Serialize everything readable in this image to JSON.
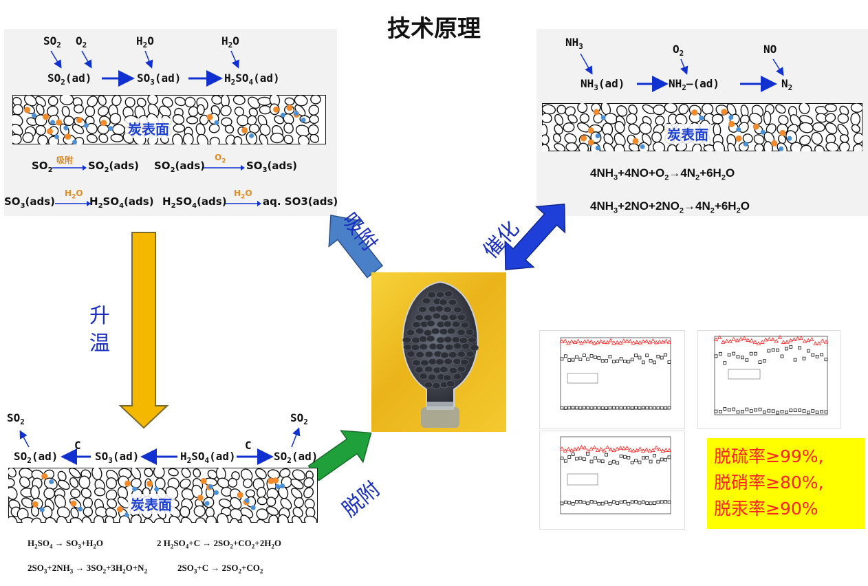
{
  "title": "技术原理",
  "panel_tl": {
    "top_species": [
      "SO2",
      "O2",
      "H2O",
      "H2O"
    ],
    "chain": [
      "SO2(ad)",
      "SO3(ad)",
      "H2SO4(ad)"
    ],
    "carbon_label": "炭表面",
    "reaction1_left": "SO2",
    "reaction1_over": "吸附",
    "reaction1_right": "SO2(ads)",
    "reaction2_left": "SO2(ads)",
    "reaction2_over": "O2",
    "reaction2_right": "SO3(ads)",
    "reaction3_left": "SO3(ads)",
    "reaction3_over": "H2O",
    "reaction3_right": "H2SO4(ads)",
    "reaction4_left": "H2SO4(ads)",
    "reaction4_over": "H2O",
    "reaction4_right": "aq. SO3(ads)"
  },
  "panel_tr": {
    "top_species": [
      "NH3",
      "O2",
      "NO"
    ],
    "chain": [
      "NH3(ad)",
      "NH2-(ad)",
      "N2"
    ],
    "carbon_label": "炭表面",
    "eq1": "4NH3+4NO+O2→4N2+6H2O",
    "eq2": "4NH3+2NO+2NO2→4N2+6H2O"
  },
  "arrows": {
    "adsorb": "吸附",
    "catalysis": "催化",
    "heating": "升温",
    "desorb": "脱附"
  },
  "panel_bl": {
    "top_so2_left": "SO2",
    "top_so2_right": "SO2",
    "chain": [
      "SO2(ad)",
      "SO3(ad)",
      "H2SO4(ad)",
      "SO2(ad)"
    ],
    "c_left": "C",
    "c_right": "C",
    "carbon_label": "炭表面",
    "eq_a": "H2SO4 → SO3+H2O",
    "eq_b": "2 H2SO4+C → 2SO2+CO2+2H2O",
    "eq_c": "2SO3+2NH3 → 3SO2+3H2O+N2",
    "eq_d": "2SO3+C → 2SO2+CO2"
  },
  "results": {
    "lines": [
      "脱硫率≥99%,",
      "脱硝率≥80%,",
      "脱汞率≥90%"
    ]
  },
  "colors": {
    "blue_text": "#1a2fbf",
    "arrow_blue": "#1030d0",
    "yellow": "#ffff00",
    "red": "#ff2020"
  }
}
